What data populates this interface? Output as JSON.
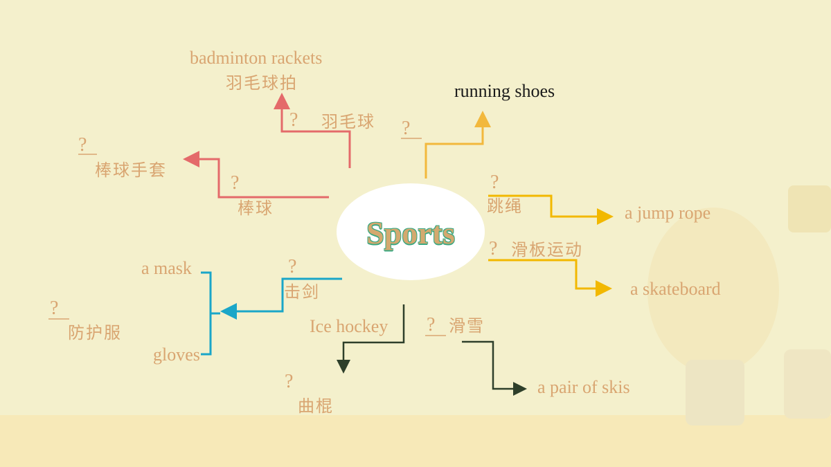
{
  "center": {
    "title": "Sports"
  },
  "colors": {
    "badminton": "#e46a6a",
    "baseball": "#e46a6a",
    "running": "#f2b83c",
    "jump": "#f2b800",
    "skate": "#f2b800",
    "fencing": "#1aa6c8",
    "hockey": "#2e3f2a",
    "ski": "#2e3f2a",
    "text": "#d9a571"
  },
  "branches": {
    "badminton": {
      "question": "?",
      "sport": "羽毛球",
      "item_en": "badminton rackets",
      "item_zh": "羽毛球拍"
    },
    "baseball": {
      "question": "?",
      "sport": "棒球",
      "item_question": "?",
      "item_zh": "棒球手套"
    },
    "running": {
      "question": "?",
      "item_en": "running shoes"
    },
    "jump": {
      "question": "?",
      "sport": "跳绳",
      "item_en": "a jump rope"
    },
    "skate": {
      "question": "?",
      "sport": "滑板运动",
      "item_en": "a skateboard"
    },
    "fencing": {
      "question": "?",
      "sport": "击剑",
      "item1_en": "a mask",
      "item2_en": "gloves",
      "item3_question": "?",
      "item3_zh": "防护服"
    },
    "hockey": {
      "sport_en": "Ice hockey",
      "item_question": "?",
      "item_zh": "曲棍"
    },
    "ski": {
      "question": "?",
      "sport": "滑雪",
      "item_en": "a pair of skis"
    }
  }
}
